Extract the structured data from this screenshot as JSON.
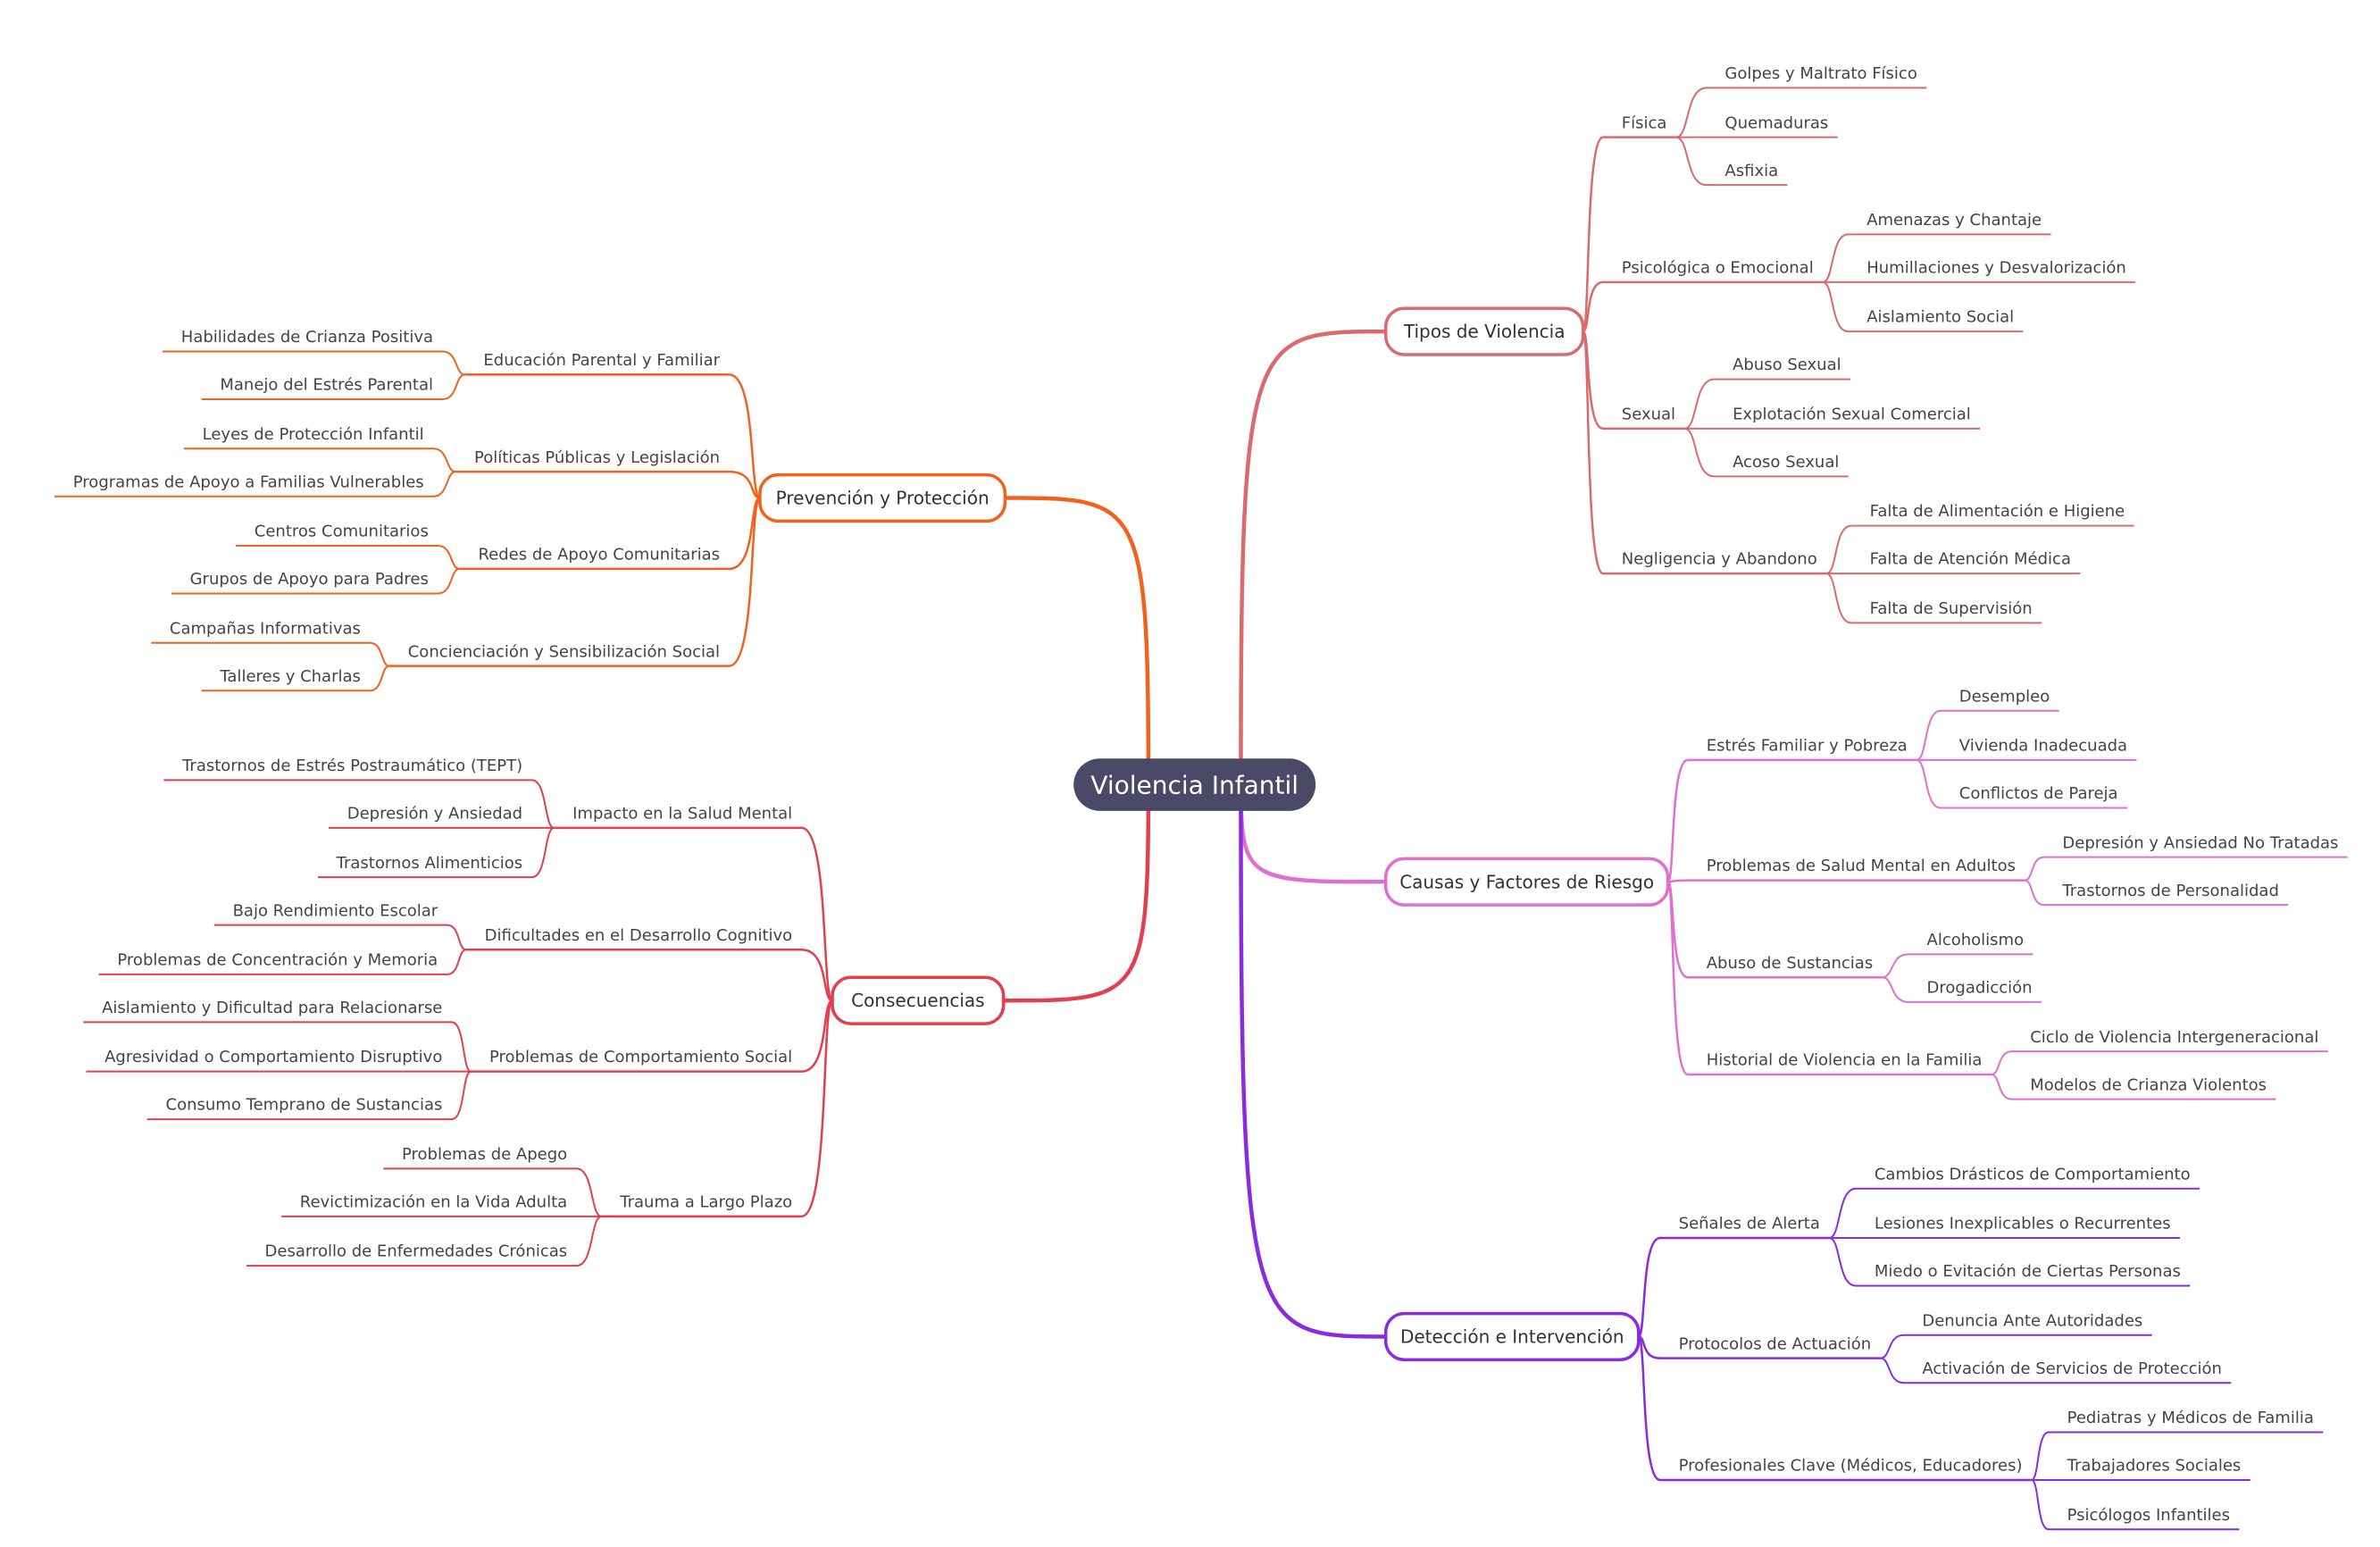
{
  "root": {
    "label": "Violencia Infantil",
    "color": "#4a4a68"
  },
  "branches": [
    {
      "id": "tipos",
      "label": "Tipos de Violencia",
      "color": "#d96a6e",
      "children": [
        {
          "label": "Física",
          "children": [
            "Golpes y Maltrato Físico",
            "Quemaduras",
            "Asfixia"
          ]
        },
        {
          "label": "Psicológica o Emocional",
          "children": [
            "Amenazas y Chantaje",
            "Humillaciones y Desvalorización",
            "Aislamiento Social"
          ]
        },
        {
          "label": "Sexual",
          "children": [
            "Abuso Sexual",
            "Explotación Sexual Comercial",
            "Acoso Sexual"
          ]
        },
        {
          "label": "Negligencia y Abandono",
          "children": [
            "Falta de Alimentación e Higiene",
            "Falta de Atención Médica",
            "Falta de Supervisión"
          ]
        }
      ]
    },
    {
      "id": "causas",
      "label": "Causas y Factores de Riesgo",
      "color": "#e06fcf",
      "children": [
        {
          "label": "Estrés Familiar y Pobreza",
          "children": [
            "Desempleo",
            "Vivienda Inadecuada",
            "Conflictos de Pareja"
          ]
        },
        {
          "label": "Problemas de Salud Mental en Adultos",
          "children": [
            "Depresión y Ansiedad No Tratadas",
            "Trastornos de Personalidad"
          ]
        },
        {
          "label": "Abuso de Sustancias",
          "children": [
            "Alcoholismo",
            "Drogadicción"
          ]
        },
        {
          "label": "Historial de Violencia en la Familia",
          "children": [
            "Ciclo de Violencia Intergeneracional",
            "Modelos de Crianza Violentos"
          ]
        }
      ]
    },
    {
      "id": "deteccion",
      "label": "Detección e Intervención",
      "color": "#8a2be2",
      "children": [
        {
          "label": "Señales de Alerta",
          "children": [
            "Cambios Drásticos de Comportamiento",
            "Lesiones Inexplicables o Recurrentes",
            "Miedo o Evitación de Ciertas Personas"
          ]
        },
        {
          "label": "Protocolos de Actuación",
          "children": [
            "Denuncia Ante Autoridades",
            "Activación de Servicios de Protección"
          ]
        },
        {
          "label": "Profesionales Clave (Médicos, Educadores)",
          "children": [
            "Pediatras y Médicos de Familia",
            "Trabajadores Sociales",
            "Psicólogos Infantiles"
          ]
        }
      ]
    },
    {
      "id": "prevencion",
      "label": "Prevención y Protección",
      "color": "#f2611d",
      "children": [
        {
          "label": "Educación Parental y Familiar",
          "children": [
            "Habilidades de Crianza Positiva",
            "Manejo del Estrés Parental"
          ]
        },
        {
          "label": "Políticas Públicas y Legislación",
          "children": [
            "Leyes de Protección Infantil",
            "Programas de Apoyo a Familias Vulnerables"
          ]
        },
        {
          "label": "Redes de Apoyo Comunitarias",
          "children": [
            "Centros Comunitarios",
            "Grupos de Apoyo para Padres"
          ]
        },
        {
          "label": "Concienciación y Sensibilización Social",
          "children": [
            "Campañas Informativas",
            "Talleres y Charlas"
          ]
        }
      ]
    },
    {
      "id": "consecuencias",
      "label": "Consecuencias",
      "color": "#e0404f",
      "children": [
        {
          "label": "Impacto en la Salud Mental",
          "children": [
            "Trastornos de Estrés Postraumático (TEPT)",
            "Depresión y Ansiedad",
            "Trastornos Alimenticios"
          ]
        },
        {
          "label": "Dificultades en el Desarrollo Cognitivo",
          "children": [
            "Bajo Rendimiento Escolar",
            "Problemas de Concentración y Memoria"
          ]
        },
        {
          "label": "Problemas de Comportamiento Social",
          "children": [
            "Aislamiento y Dificultad para Relacionarse",
            "Agresividad o Comportamiento Disruptivo",
            "Consumo Temprano de Sustancias"
          ]
        },
        {
          "label": "Trauma a Largo Plazo",
          "children": [
            "Problemas de Apego",
            "Revictimización en la Vida Adulta",
            "Desarrollo de Enfermedades Crónicas"
          ]
        }
      ]
    }
  ]
}
